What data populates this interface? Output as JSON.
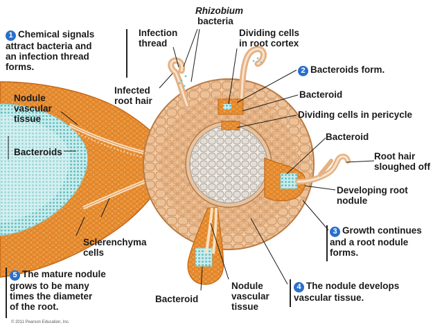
{
  "title_organism": "Rhizobium",
  "title_organism_2": "bacteria",
  "steps": [
    {
      "num": "1",
      "lines": [
        "Chemical signals",
        "attract bacteria and",
        "an infection thread",
        "forms."
      ]
    },
    {
      "num": "2",
      "lines": [
        "Bacteroids form."
      ]
    },
    {
      "num": "3",
      "lines": [
        "Growth continues",
        "and a root nodule",
        "forms."
      ]
    },
    {
      "num": "4",
      "lines": [
        "The nodule develops",
        "vascular tissue."
      ]
    },
    {
      "num": "5",
      "lines": [
        "The mature nodule",
        "grows to be many",
        "times the diameter",
        "of the root."
      ]
    }
  ],
  "labels": {
    "infection_thread": [
      "Infection",
      "thread"
    ],
    "dividing_cortex": [
      "Dividing cells",
      "in root cortex"
    ],
    "infected_root_hair": [
      "Infected",
      "root hair"
    ],
    "bacteroid_top": "Bacteroid",
    "dividing_pericycle": "Dividing cells in pericycle",
    "nodule_vascular_left": [
      "Nodule",
      "vascular",
      "tissue"
    ],
    "bacteroid_right": "Bacteroid",
    "bacteroids_left": "Bacteroids",
    "root_hair_sloughed": [
      "Root hair",
      "sloughed off"
    ],
    "developing_nodule": [
      "Developing root",
      "nodule"
    ],
    "sclerenchyma": [
      "Sclerenchyma",
      "cells"
    ],
    "bacteroid_bottom": "Bacteroid",
    "nodule_vascular_bottom": [
      "Nodule",
      "vascular",
      "tissue"
    ]
  },
  "copyright": "© 2011 Pearson Education, Inc.",
  "colors": {
    "step_badge": "#2a6fc9",
    "cortex": "#e9b88e",
    "cortex_cell_edge": "#c98a55",
    "nodule_orange": "#ec8a2c",
    "vascular_core": "#e4e0da",
    "bacteroid_teal": "#8fd6d6"
  }
}
